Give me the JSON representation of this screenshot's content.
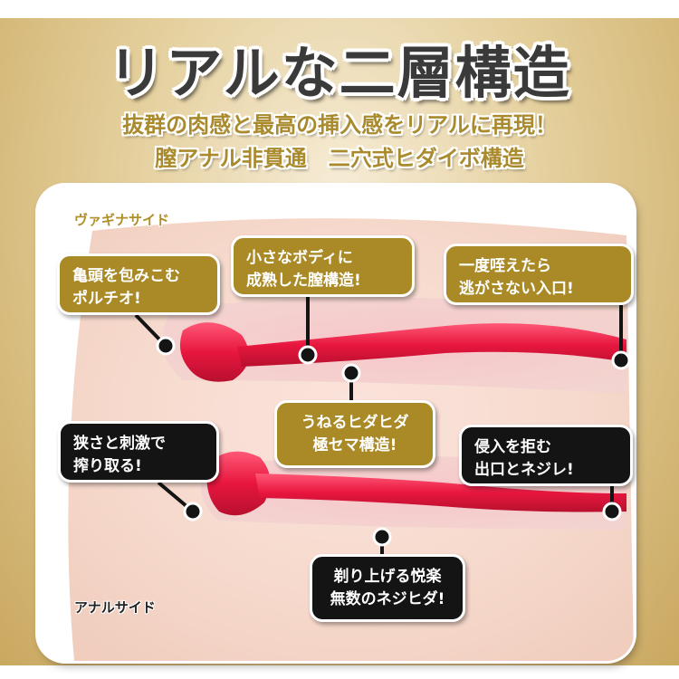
{
  "header": {
    "title": "リアルな二層構造",
    "subtitle_line1": "抜群の肉感と最高の挿入感をリアルに再現！",
    "subtitle_line2": "膣アナル非貫通　二穴式ヒダイボ構造"
  },
  "labels": {
    "vagina_side": "ヴァギナサイド",
    "anal_side": "アナルサイド"
  },
  "callouts": {
    "glans": [
      "亀頭を包みこむ",
      "ポルチオ!"
    ],
    "mature_body": [
      "小さなボディに",
      "成熟した膣構造!"
    ],
    "entrance": [
      "一度咥えたら",
      "逃がさない入口!"
    ],
    "wavy_folds": [
      "うねるヒダヒダ",
      "極セマ構造!"
    ],
    "narrow": [
      "狭さと刺激で",
      "搾り取る!"
    ],
    "exit_twist": [
      "侵入を拒む",
      "出口とネジレ!"
    ],
    "pleasure": [
      "剃り上げる悦楽",
      "無数のネジヒダ!"
    ]
  },
  "colors": {
    "gold": "#a98a26",
    "black": "#141414",
    "title_gray": "#3a3a3a",
    "flesh_red": "#e8234f"
  }
}
